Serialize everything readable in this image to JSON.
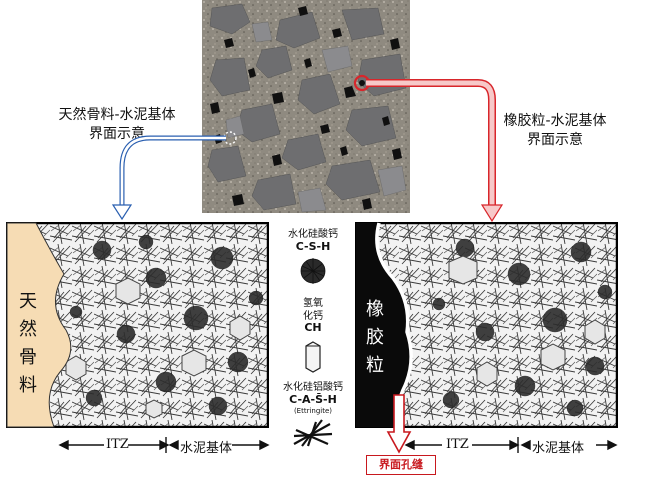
{
  "captions": {
    "left": [
      "天然骨料-水泥基体",
      "界面示意"
    ],
    "right": [
      "橡胶粒-水泥基体",
      "界面示意"
    ]
  },
  "left_panel": {
    "aggregate_label": [
      "天",
      "然",
      "骨",
      "料"
    ],
    "itz_label": "ITZ",
    "matrix_label": "水泥基体"
  },
  "right_panel": {
    "rubber_label": [
      "橡",
      "胶",
      "粒"
    ],
    "itz_label": "ITZ",
    "matrix_label": "水泥基体",
    "pore_label": "界面孔缝"
  },
  "legend": {
    "csh_name": "水化硅酸钙",
    "csh_formula": "C-S-H",
    "ch_name_lines": [
      "氢氧",
      "化钙"
    ],
    "ch_formula": "CH",
    "aft_name": "水化硅铝酸钙",
    "aft_formula": "C-A-S̄-H",
    "aft_note": "(Ettringite)"
  },
  "colors": {
    "aggregate_fill": "#f6dcb4",
    "rubber_fill": "#0a0a0a",
    "left_arrow": "#2a5fb0",
    "right_arrow": "#d8262b",
    "right_arrow_fill": "#f7c9c9",
    "pore_box": "#c8181e"
  }
}
